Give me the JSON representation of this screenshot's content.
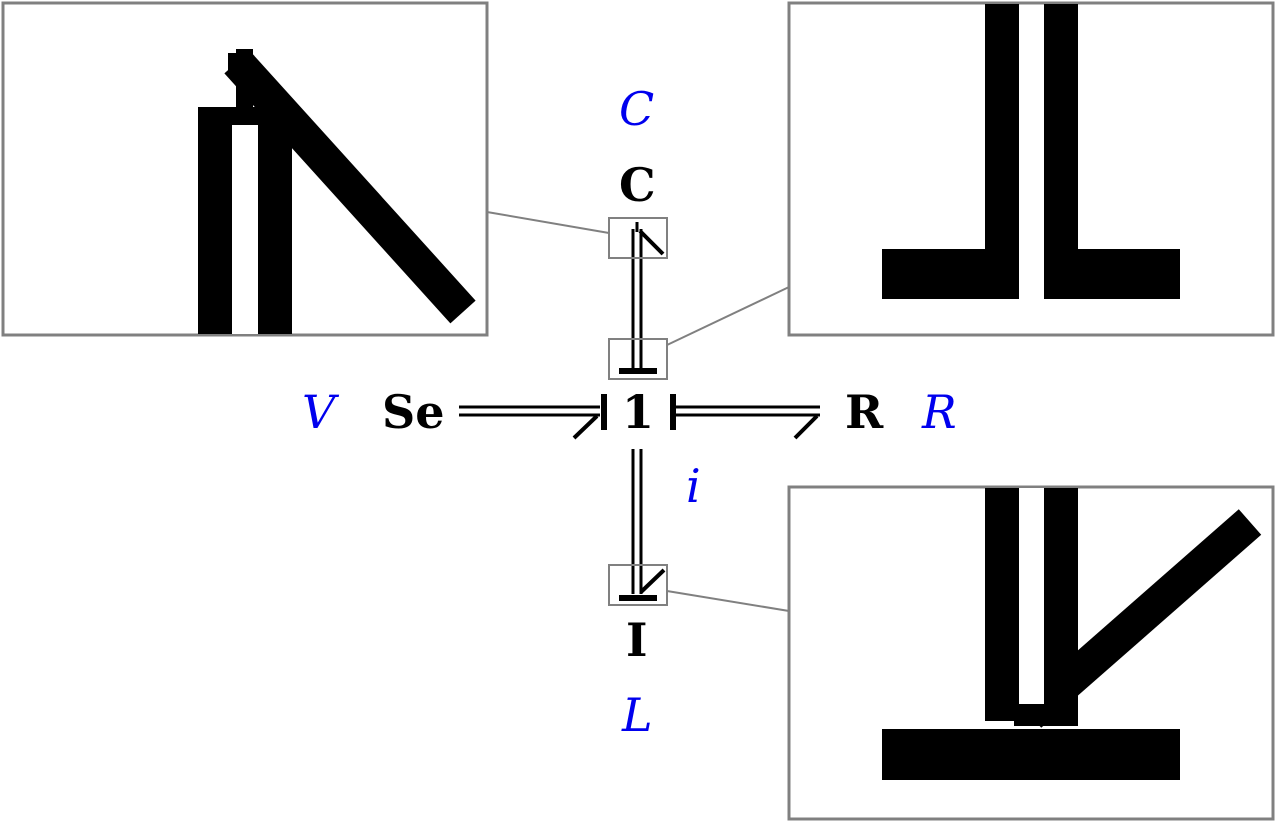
{
  "elements": {
    "source": "Se",
    "junction": "1",
    "resistor": "R",
    "capacitor": "C",
    "inductor": "I"
  },
  "parameters": {
    "voltage": "V",
    "resistance": "R",
    "capacitance": "C",
    "inductance": "L",
    "current": "i"
  },
  "colors": {
    "element_text": "#000000",
    "parameter_text": "#0000ee",
    "bond": "#000000",
    "zoom_frame": "#808080"
  }
}
